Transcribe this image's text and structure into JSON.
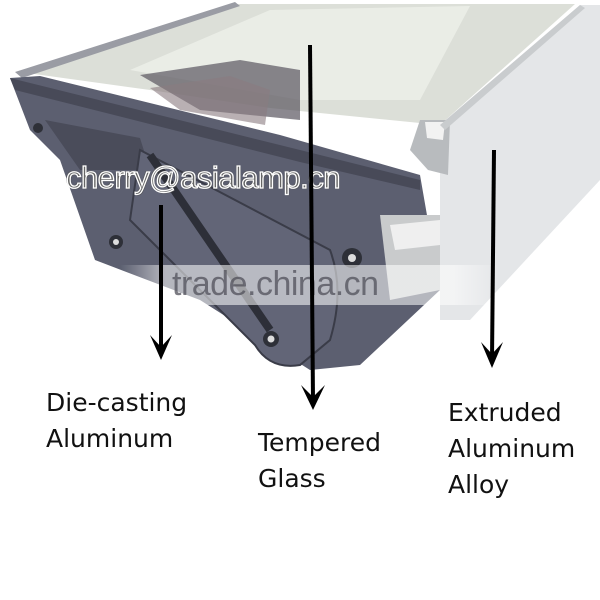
{
  "image": {
    "subject": "lamp housing cross-section with material labels",
    "watermarks": {
      "email": "cherry@asialamp.cn",
      "site": "trade.china.cn"
    },
    "labels": [
      {
        "id": "die-casting",
        "lines": [
          "Die-casting",
          "Aluminum"
        ]
      },
      {
        "id": "tempered-glass",
        "lines": [
          "Tempered",
          "Glass"
        ]
      },
      {
        "id": "extruded",
        "lines": [
          "Extruded",
          "Aluminum",
          "Alloy"
        ]
      }
    ],
    "colors": {
      "housing": "#5c5f70",
      "housing_dark": "#3e404c",
      "extrusion": "#e4e6e8",
      "glass": "#d8dcd6",
      "arrow": "#000000",
      "background": "#ffffff"
    }
  }
}
